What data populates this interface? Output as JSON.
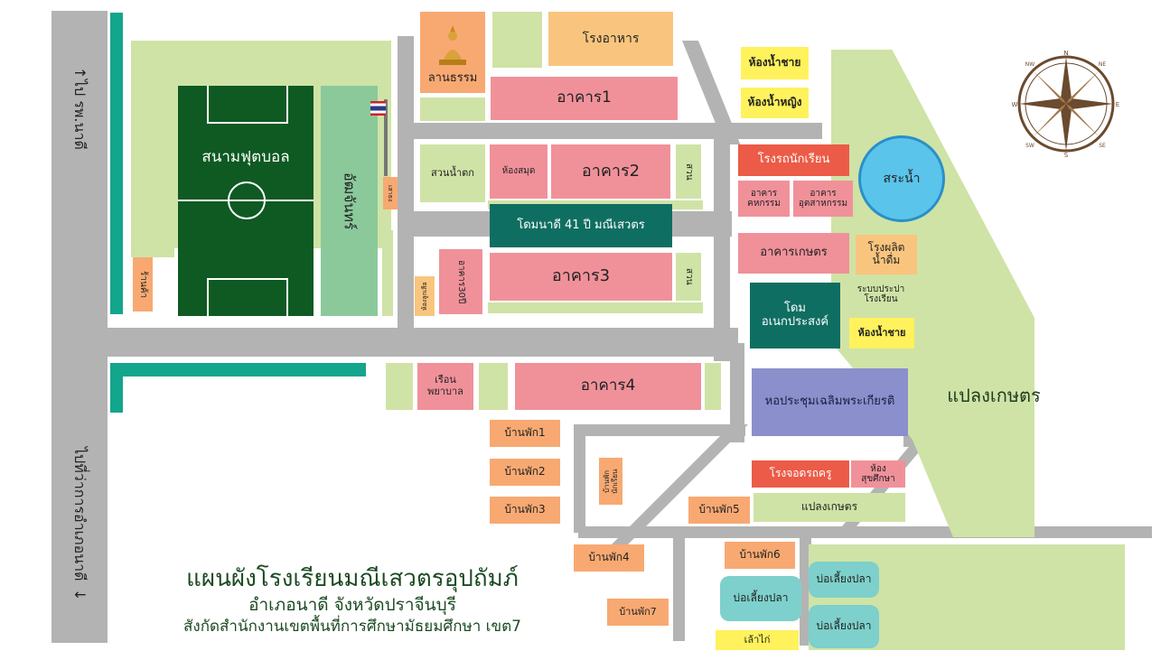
{
  "side_labels": {
    "top_left": "ไป รพ.นาดี",
    "bottom_left": "ไปที่ว่าการอำเภอนาดี"
  },
  "title": {
    "line1": "แผนผังโรงเรียนมณีเสวตรอุปถัมภ์",
    "line2": "อำเภอนาดี จังหวัดปราจีนบุรี",
    "line3": "สังกัดสำนักงานเขตพื้นที่การศึกษามัธยมศึกษา เขต7"
  },
  "places": {
    "football_field": "สนามฟุตบอล",
    "stadium": "อัฒจันทร์",
    "flagpole": "เสาธง",
    "school_shop": "ร้านค้า",
    "lan_dham": "ลานธรรม",
    "canteen": "โรงอาหาร",
    "building1": "อาคาร1",
    "men_toilet_top": "ห้องน้ำชาย",
    "women_toilet": "ห้องน้ำหญิง",
    "waterfall_garden": "สวนน้ำตก",
    "library": "ห้องสมุด",
    "building2": "อาคาร2",
    "garden_right_2": "สวน",
    "dome41": "โดมนาดี 41 ปี มณีเสวตร",
    "building3": "อาคาร3",
    "building30": "อาคาร30ปี",
    "scouts_room": "ห้องลูกเสือ",
    "garden_right_3": "สวน",
    "school_bus": "โรงรถนักเรียน",
    "home_ec": "อาคาร คหกรรม",
    "industrial": "อาคาร อุตสาหกรรม",
    "pond": "สระน้ำ",
    "agri_building": "อาคารเกษตร",
    "water_plant": "โรงผลิต น้ำดื่ม",
    "water_supply": "ระบบประปา โรงเรียน",
    "multi_dome": "โดม อเนกประสงค์",
    "men_toilet_mid": "ห้องน้ำชาย",
    "farm_plot_big": "แปลงเกษตร",
    "nurse_house": "เรือน พยาบาล",
    "building4": "อาคาร4",
    "auditorium": "หอประชุมเฉลิมพระเกียรติ",
    "house1": "บ้านพัก1",
    "house2": "บ้านพัก2",
    "house3": "บ้านพัก3",
    "house4": "บ้านพัก4",
    "house5": "บ้านพัก5",
    "house6": "บ้านพัก6",
    "house7": "บ้านพัก7",
    "student_home": "บ้านพักนักเรียน",
    "teacher_parking": "โรงจอดรถครู",
    "health_room": "ห้อง สุขศึกษา",
    "farm_plot_small": "แปลงเกษตร",
    "fish_pond_left": "บ่อเลี้ยงปลา",
    "fish_pond_right_top": "บ่อเลี้ยงปลา",
    "fish_pond_right_bottom": "บ่อเลี้ยงปลา",
    "chicken_coop": "เล้าไก่"
  },
  "compass_letters": [
    "N",
    "S",
    "E",
    "W",
    "NE",
    "NW",
    "SE",
    "SW"
  ],
  "colors": {
    "road": "#b3b3b3",
    "grass": "#cfe3a6",
    "building": "#f0919a",
    "teal": "#14a58d",
    "field": "#0e5a22"
  }
}
